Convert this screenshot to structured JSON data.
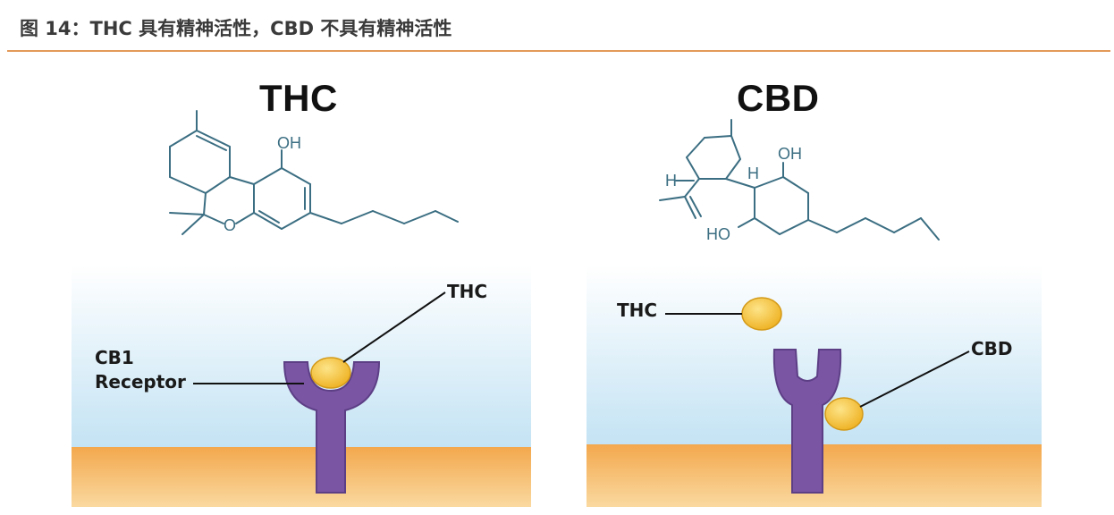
{
  "figure": {
    "title": "图 14：THC 具有精神活性，CBD 不具有精神活性"
  },
  "molecules": {
    "left": {
      "name": "THC",
      "atom_oh": "OH",
      "atom_o": "O"
    },
    "right": {
      "name": "CBD",
      "atom_oh_top": "OH",
      "atom_ho_bottom": "HO",
      "atom_h_left": "H",
      "atom_h_right": "H"
    }
  },
  "panels": {
    "left": {
      "ligand_label": "THC",
      "receptor_label_line1": "CB1",
      "receptor_label_line2": "Receptor"
    },
    "right": {
      "ligand_label": "THC",
      "modulator_label": "CBD"
    }
  },
  "colors": {
    "title_rule": "#e39a5a",
    "membrane": "#f6b75f",
    "receptor": "#7a55a3",
    "ligand": "#f6c23c",
    "water_top": "#ffffff",
    "water_bottom": "#c4e3f4",
    "bond": "#3b6e82"
  }
}
